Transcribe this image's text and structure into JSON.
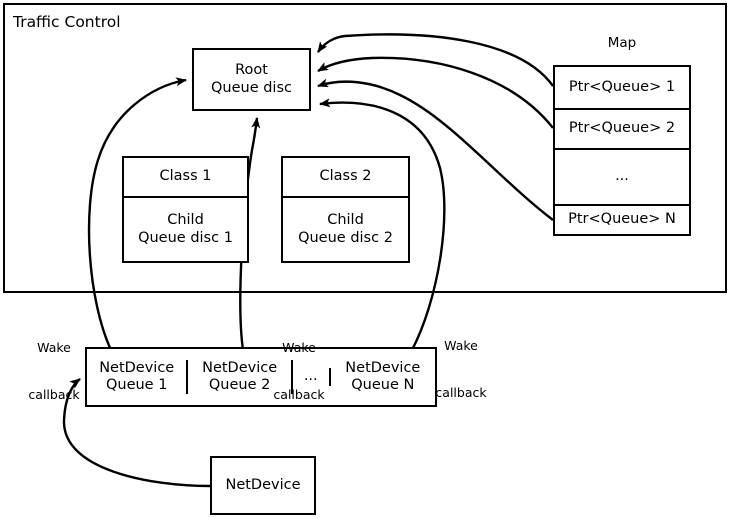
{
  "diagram": {
    "title": "Traffic Control",
    "container_label": "Traffic Control"
  },
  "root": {
    "line1": "Root",
    "line2": "Queue disc"
  },
  "classes": [
    {
      "header": "Class 1",
      "body_line1": "Child",
      "body_line2": "Queue disc 1"
    },
    {
      "header": "Class 2",
      "body_line1": "Child",
      "body_line2": "Queue disc 2"
    }
  ],
  "map": {
    "label": "Map",
    "rows": [
      {
        "text": "Ptr<Queue> 1"
      },
      {
        "text": "Ptr<Queue> 2"
      },
      {
        "text": "..."
      },
      {
        "text": "Ptr<Queue> N"
      }
    ]
  },
  "netdevice_queues": [
    {
      "line1": "NetDevice",
      "line2": "Queue 1"
    },
    {
      "line1": "NetDevice",
      "line2": "Queue 2"
    },
    {
      "line1": "...",
      "line2": ""
    },
    {
      "line1": "NetDevice",
      "line2": "Queue N"
    }
  ],
  "netdevice": {
    "label": "NetDevice"
  },
  "wake_callbacks": [
    {
      "line1": "Wake",
      "line2": "callback"
    },
    {
      "line1": "Wake",
      "line2": "callback"
    },
    {
      "line1": "Wake",
      "line2": "callback"
    }
  ],
  "colors": {
    "stroke": "#000000",
    "fill": "#ffffff",
    "text": "#000000"
  }
}
